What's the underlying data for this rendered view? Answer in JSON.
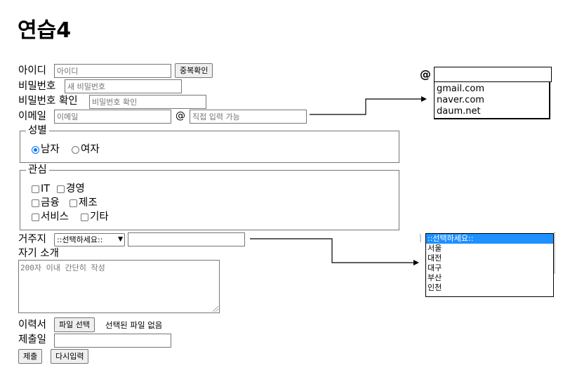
{
  "title": "연습4",
  "form": {
    "id_label": "아이디",
    "id_placeholder": "아이디",
    "dup_check_button": "중복확인",
    "pw_label": "비밀번호",
    "pw_placeholder": "새 비밀번호",
    "pw_confirm_label": "비밀번호 확인",
    "pw_confirm_placeholder": "비밀번호 확인",
    "email_label": "이메일",
    "email_placeholder": "이메일",
    "at_sign": "@",
    "domain_placeholder": "직접 입력 가능",
    "gender": {
      "legend": "성별",
      "options": [
        {
          "label": "남자",
          "checked": true
        },
        {
          "label": "여자",
          "checked": false
        }
      ]
    },
    "interest": {
      "legend": "관심",
      "rows": [
        [
          "IT",
          "경영"
        ],
        [
          "금융",
          "제조"
        ],
        [
          "서비스",
          "기타"
        ]
      ]
    },
    "residence_label": "거주지",
    "residence_selected": "::선택하세요::",
    "intro_label": "자기 소개",
    "intro_placeholder": "200자 이내 간단히 작성",
    "resume_label": "이력서",
    "file_button": "파일 선택",
    "file_status": "선택된 파일 없음",
    "submit_date_label": "제출일",
    "submit_button": "제출",
    "reset_button": "다시입력"
  },
  "email_popup": {
    "at_sign": "@",
    "items": [
      "gmail.com",
      "naver.com",
      "daum.net"
    ]
  },
  "residence_popup": {
    "items": [
      "::선택하세요::",
      "서울",
      "대전",
      "대구",
      "부산",
      "인천"
    ],
    "selected_index": 0
  },
  "colors": {
    "radio_accent": "#0075ff",
    "dropdown_highlight": "#1e90ff"
  }
}
